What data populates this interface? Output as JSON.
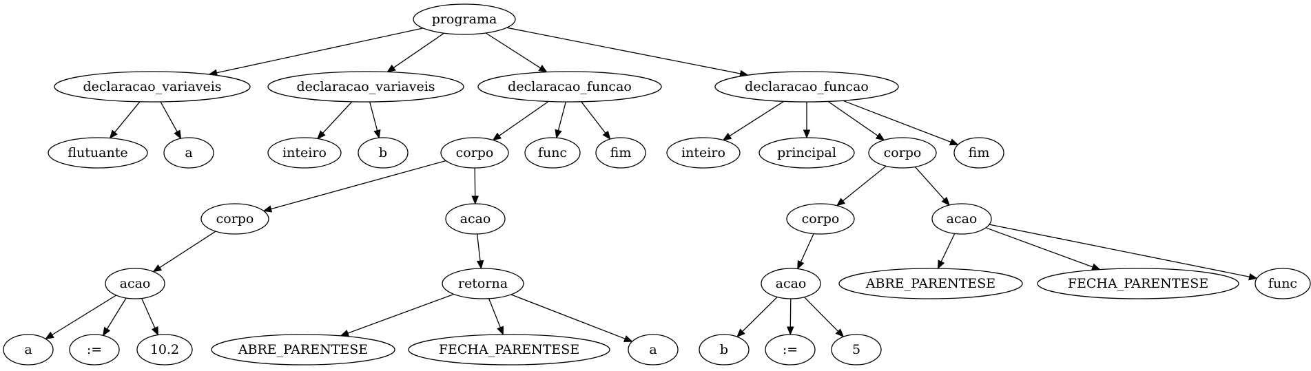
{
  "nodes": [
    {
      "id": "n0",
      "label": "programa"
    },
    {
      "id": "n1",
      "label": "declaracao_variaveis"
    },
    {
      "id": "n2",
      "label": "declaracao_variaveis"
    },
    {
      "id": "n3",
      "label": "declaracao_funcao"
    },
    {
      "id": "n4",
      "label": "declaracao_funcao"
    },
    {
      "id": "n5",
      "label": "flutuante"
    },
    {
      "id": "n6",
      "label": "a"
    },
    {
      "id": "n7",
      "label": "inteiro"
    },
    {
      "id": "n8",
      "label": "b"
    },
    {
      "id": "n9",
      "label": "corpo"
    },
    {
      "id": "n10",
      "label": "func"
    },
    {
      "id": "n11",
      "label": "fim"
    },
    {
      "id": "n12",
      "label": "inteiro"
    },
    {
      "id": "n13",
      "label": "principal"
    },
    {
      "id": "n14",
      "label": "corpo"
    },
    {
      "id": "n15",
      "label": "fim"
    },
    {
      "id": "n16",
      "label": "corpo"
    },
    {
      "id": "n17",
      "label": "acao"
    },
    {
      "id": "n18",
      "label": "corpo"
    },
    {
      "id": "n19",
      "label": "acao"
    },
    {
      "id": "n20",
      "label": "acao"
    },
    {
      "id": "n21",
      "label": "retorna"
    },
    {
      "id": "n22",
      "label": "acao"
    },
    {
      "id": "n23",
      "label": "ABRE_PARENTESE"
    },
    {
      "id": "n24",
      "label": "FECHA_PARENTESE"
    },
    {
      "id": "n25",
      "label": "func"
    },
    {
      "id": "n26",
      "label": "a"
    },
    {
      "id": "n27",
      "label": ":="
    },
    {
      "id": "n28",
      "label": "10.2"
    },
    {
      "id": "n29",
      "label": "ABRE_PARENTESE"
    },
    {
      "id": "n30",
      "label": "FECHA_PARENTESE"
    },
    {
      "id": "n31",
      "label": "a"
    },
    {
      "id": "n32",
      "label": "b"
    },
    {
      "id": "n33",
      "label": ":="
    },
    {
      "id": "n34",
      "label": "5"
    }
  ],
  "edges": [
    [
      "n0",
      "n1"
    ],
    [
      "n0",
      "n2"
    ],
    [
      "n0",
      "n3"
    ],
    [
      "n0",
      "n4"
    ],
    [
      "n1",
      "n5"
    ],
    [
      "n1",
      "n6"
    ],
    [
      "n2",
      "n7"
    ],
    [
      "n2",
      "n8"
    ],
    [
      "n3",
      "n9"
    ],
    [
      "n3",
      "n10"
    ],
    [
      "n3",
      "n11"
    ],
    [
      "n4",
      "n12"
    ],
    [
      "n4",
      "n13"
    ],
    [
      "n4",
      "n14"
    ],
    [
      "n4",
      "n15"
    ],
    [
      "n9",
      "n16"
    ],
    [
      "n9",
      "n17"
    ],
    [
      "n14",
      "n18"
    ],
    [
      "n14",
      "n19"
    ],
    [
      "n16",
      "n20"
    ],
    [
      "n17",
      "n21"
    ],
    [
      "n18",
      "n22"
    ],
    [
      "n19",
      "n23"
    ],
    [
      "n19",
      "n24"
    ],
    [
      "n19",
      "n25"
    ],
    [
      "n20",
      "n26"
    ],
    [
      "n20",
      "n27"
    ],
    [
      "n20",
      "n28"
    ],
    [
      "n21",
      "n29"
    ],
    [
      "n21",
      "n30"
    ],
    [
      "n21",
      "n31"
    ],
    [
      "n22",
      "n32"
    ],
    [
      "n22",
      "n33"
    ],
    [
      "n22",
      "n34"
    ]
  ]
}
